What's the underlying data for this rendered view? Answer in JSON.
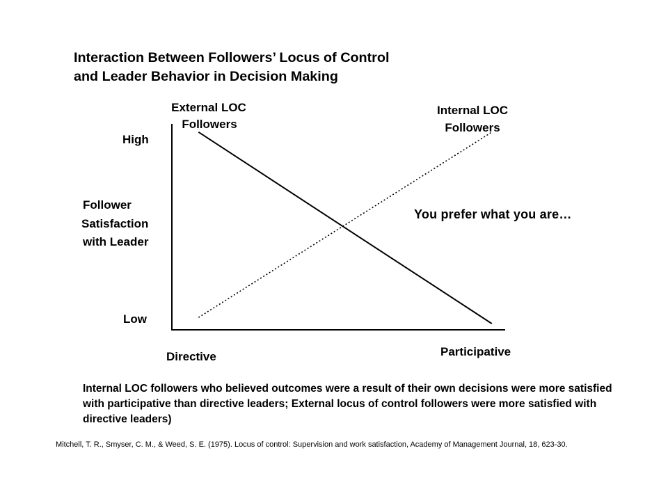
{
  "chart_data": {
    "type": "line",
    "title_lines": [
      "Interaction Between Followers’ Locus of Control",
      "and Leader Behavior in Decision Making"
    ],
    "ylabel_lines": [
      "Follower",
      "Satisfaction",
      "with Leader"
    ],
    "yticks": [
      "High",
      "Low"
    ],
    "xticks": [
      "Directive",
      "Participative"
    ],
    "series": [
      {
        "name_lines": [
          "External LOC",
          "Followers"
        ],
        "style": "solid",
        "color": "#000000",
        "values": [
          0.96,
          0.03
        ]
      },
      {
        "name_lines": [
          "Internal LOC",
          "Followers"
        ],
        "style": "dotted",
        "color": "#000000",
        "values": [
          0.06,
          0.96
        ]
      }
    ],
    "x": [
      0.08,
      0.96
    ],
    "ylim": [
      0,
      1
    ],
    "xlim": [
      0,
      1
    ],
    "grid": false
  },
  "annotation": "You prefer what you are…",
  "footnote": "Internal LOC followers who believed outcomes were a result of their own decisions were more satisfied with participative than directive leaders; External locus of control followers were more satisfied with directive leaders)",
  "citation": "Mitchell, T. R., Smyser, C. M., & Weed, S. E. (1975). Locus of control: Supervision and work satisfaction, Academy of Management Journal, 18, 623-30."
}
